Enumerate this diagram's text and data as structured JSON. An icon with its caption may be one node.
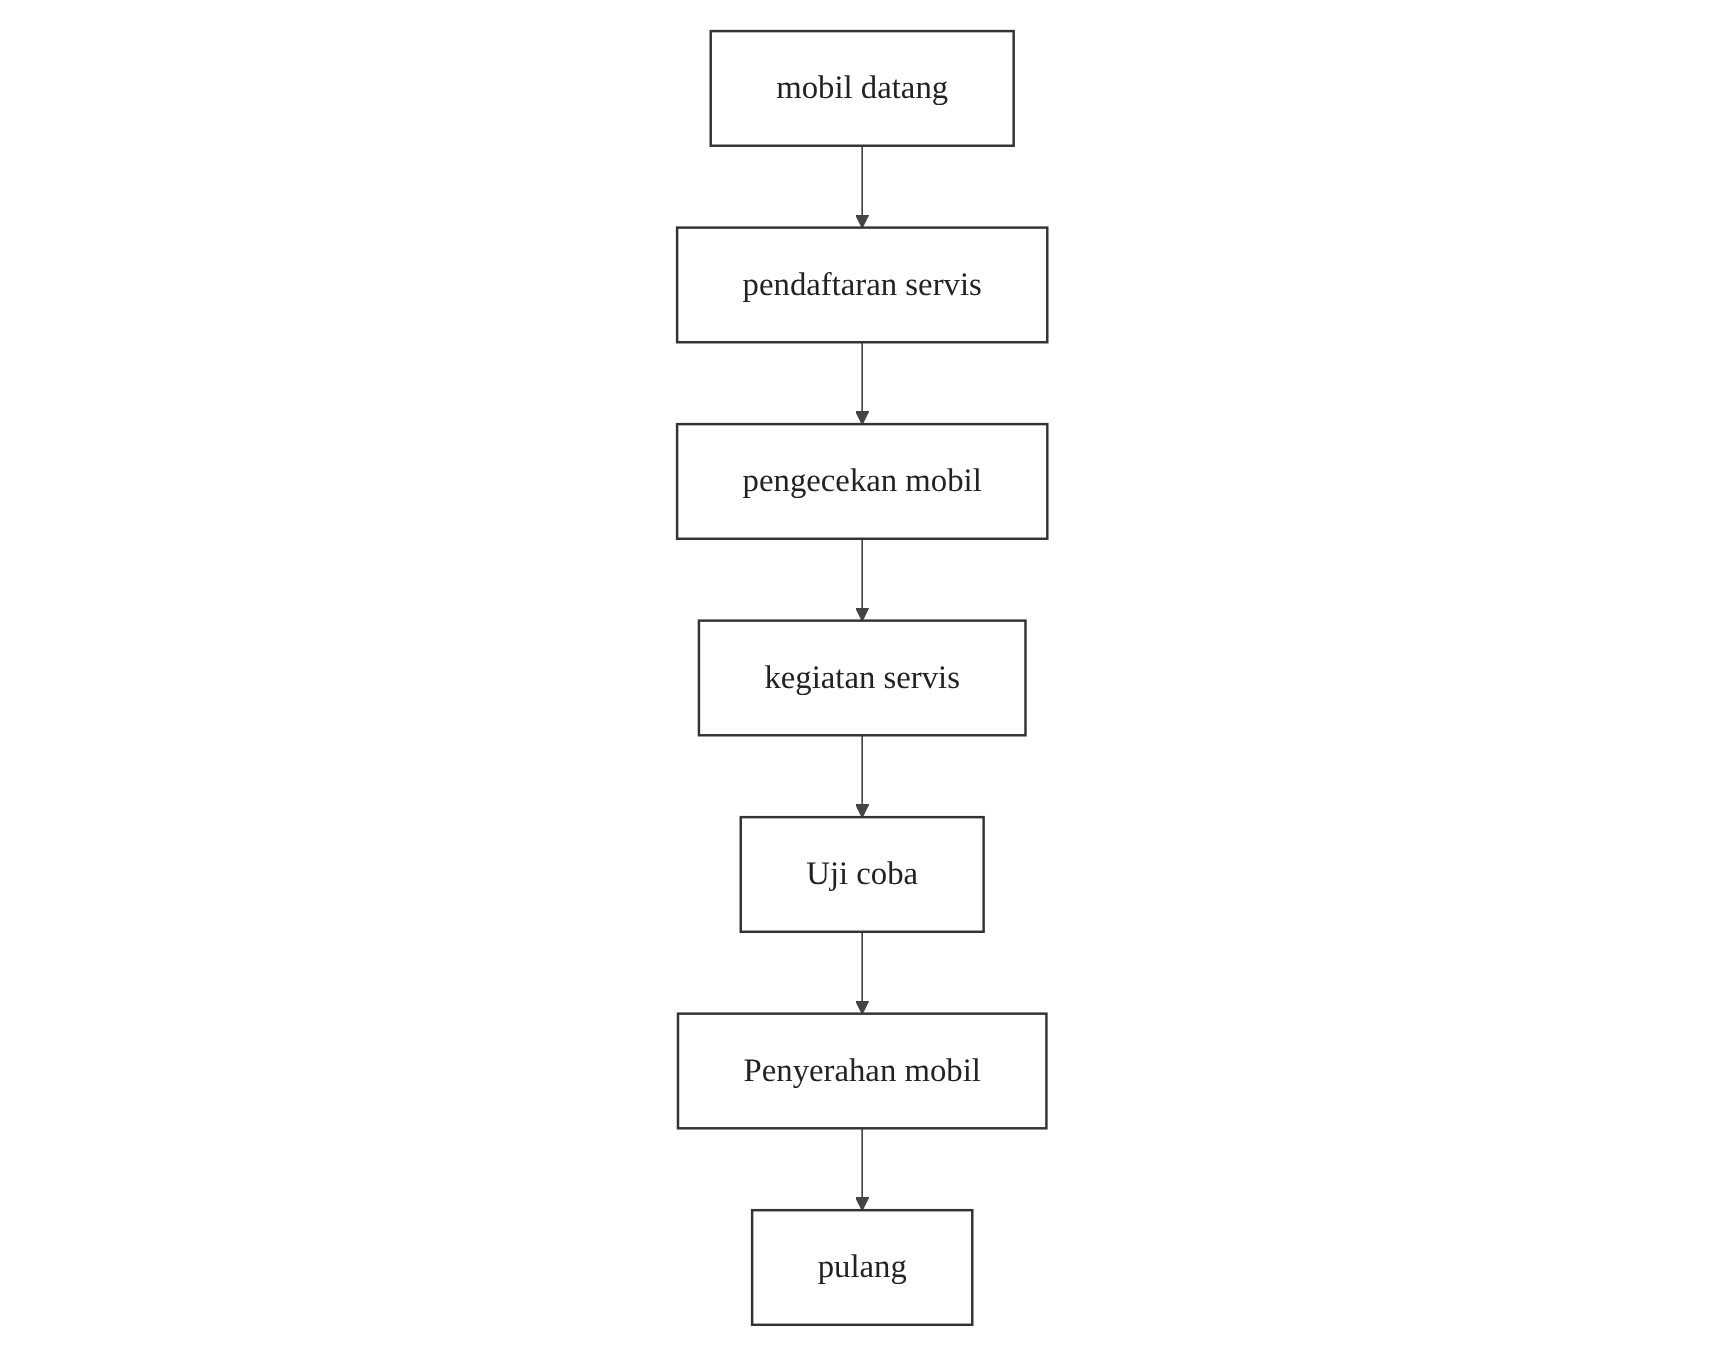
{
  "diagram": {
    "nodes": [
      {
        "text": [
          "mobil datang"
        ]
      },
      {
        "text": [
          "pendaftaran servis"
        ]
      },
      {
        "text": [
          "pengecekan mobil"
        ]
      },
      {
        "text": [
          "kegiatan servis"
        ]
      },
      {
        "text": [
          "Uji coba"
        ]
      },
      {
        "text": [
          "Penyerahan mobil"
        ]
      },
      {
        "text": [
          "pulang"
        ]
      }
    ],
    "edges": [
      {
        "from": 0,
        "to": 1,
        "arrow": "to"
      },
      {
        "from": 1,
        "to": 2,
        "arrow": "to"
      },
      {
        "from": 2,
        "to": 3,
        "arrow": "to"
      },
      {
        "from": 3,
        "to": 4,
        "arrow": "to"
      },
      {
        "from": 4,
        "to": 5,
        "arrow": "to"
      },
      {
        "from": 5,
        "to": 6,
        "arrow": "to"
      }
    ]
  }
}
